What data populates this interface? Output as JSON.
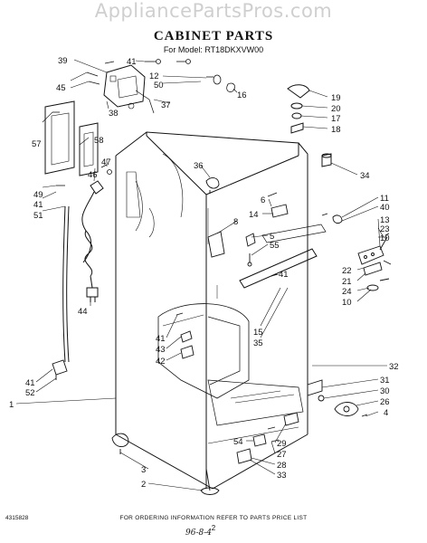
{
  "watermark": "AppliancePartsPros.com",
  "header": {
    "title": "CABINET PARTS",
    "subtitle": "For Model: RT18DKXVW00"
  },
  "footer": {
    "code": "4315828",
    "note": "FOR ORDERING INFORMATION REFER TO PARTS PRICE LIST",
    "page": "2",
    "handwritten": "96-8-4"
  },
  "callouts": [
    "39",
    "41",
    "45",
    "38",
    "57",
    "58",
    "47",
    "46",
    "49",
    "41",
    "51",
    "44",
    "12",
    "50",
    "37",
    "16",
    "19",
    "20",
    "17",
    "18",
    "36",
    "34",
    "6",
    "14",
    "8",
    "5",
    "55",
    "11",
    "40",
    "13",
    "23",
    "10",
    "22",
    "21",
    "24",
    "10",
    "41",
    "15",
    "35",
    "41",
    "43",
    "42",
    "32",
    "41",
    "52",
    "1",
    "31",
    "30",
    "26",
    "4",
    "54",
    "29",
    "27",
    "28",
    "33",
    "3",
    "2"
  ],
  "icons": {
    "cabinet": "refrigerator-cabinet-drawing",
    "hinge_top": "top-hinge-icon",
    "hinge_bottom": "bottom-hinge-icon",
    "leveler": "leveling-leg-icon",
    "cord": "power-cord-icon",
    "control": "control-box-icon"
  }
}
